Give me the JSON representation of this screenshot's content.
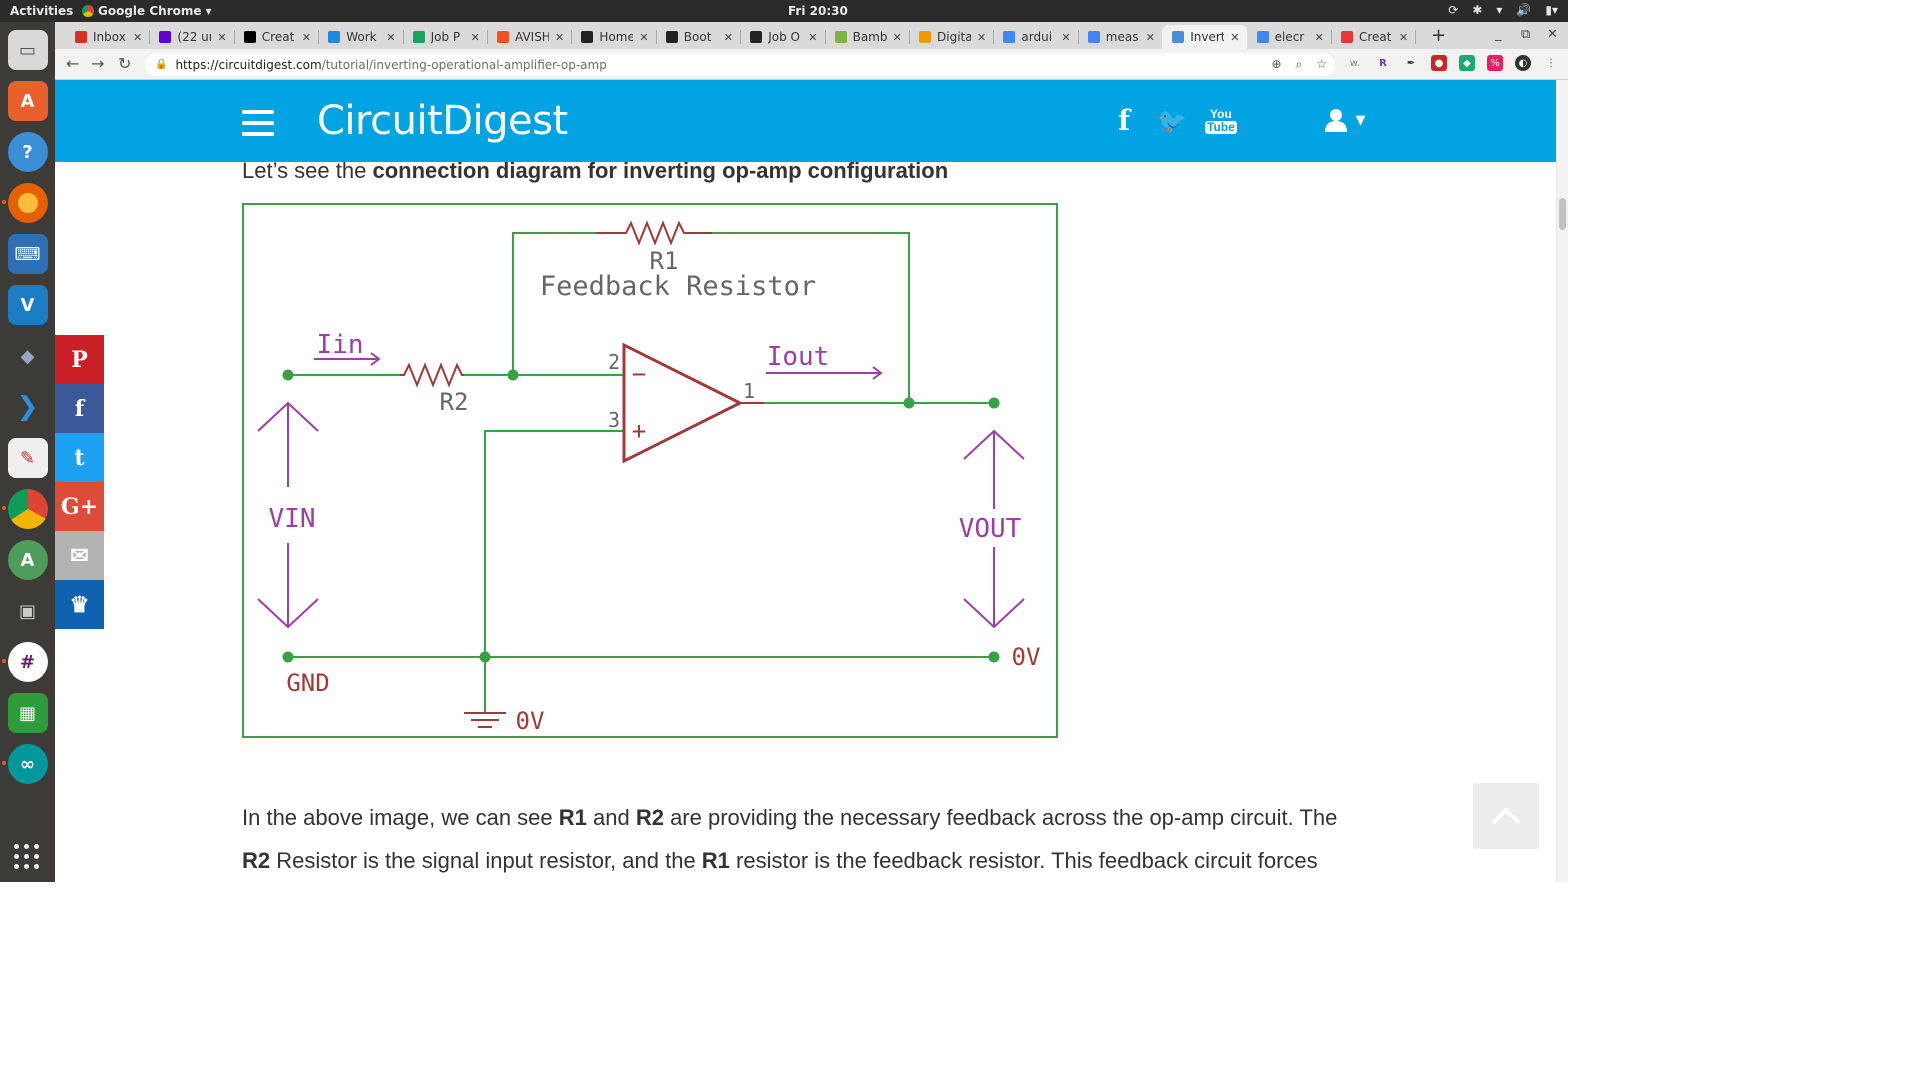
{
  "topbar": {
    "activities": "Activities",
    "app_name": "Google Chrome",
    "clock": "Fri 20:30"
  },
  "tabs": [
    {
      "title": "Inbox",
      "favicon_color": "#d93025",
      "favicon_glyph": "gmail-icon"
    },
    {
      "title": "(22 un",
      "favicon_color": "#6001d2",
      "favicon_glyph": "yahoo-mail-icon"
    },
    {
      "title": "Creat",
      "favicon_color": "#000000",
      "favicon_glyph": "medium-icon"
    },
    {
      "title": "Work",
      "favicon_color": "#1e88e5",
      "favicon_glyph": "wordpress-icon"
    },
    {
      "title": "Job P",
      "favicon_color": "#1aa260",
      "favicon_glyph": "hex-icon"
    },
    {
      "title": "AVISH",
      "favicon_color": "#f4511e",
      "favicon_glyph": "avish-icon"
    },
    {
      "title": "Home",
      "favicon_color": "#222222",
      "favicon_glyph": "github-icon"
    },
    {
      "title": "Boot",
      "favicon_color": "#222222",
      "favicon_glyph": "github-icon"
    },
    {
      "title": "Job O",
      "favicon_color": "#222222",
      "favicon_glyph": "github-icon"
    },
    {
      "title": "Bamb",
      "favicon_color": "#7cb342",
      "favicon_glyph": "bamboo-icon"
    },
    {
      "title": "Digita",
      "favicon_color": "#f29900",
      "favicon_glyph": "triangle-icon"
    },
    {
      "title": "ardui",
      "favicon_color": "#4285f4",
      "favicon_glyph": "google-icon"
    },
    {
      "title": "meas",
      "favicon_color": "#4285f4",
      "favicon_glyph": "google-icon"
    },
    {
      "title": "Invert",
      "favicon_color": "#4a90d9",
      "favicon_glyph": "globe-icon",
      "active": true
    },
    {
      "title": "elecr",
      "favicon_color": "#4285f4",
      "favicon_glyph": "google-icon"
    },
    {
      "title": "Creat",
      "favicon_color": "#e53935",
      "favicon_glyph": "square-icon"
    }
  ],
  "toolbar": {
    "url_host": "https://circuitdigest.com",
    "url_path": "/tutorial/inverting-operational-amplifier-op-amp"
  },
  "site": {
    "logo_thin": "Circuit",
    "logo_bold": "",
    "logo_rest": "Digest",
    "youtube_top": "You",
    "youtube_bottom": "Tube"
  },
  "article": {
    "intro_prefix": "Let’s see the ",
    "intro_bold": "connection diagram for inverting op-amp configuration",
    "para1": [
      {
        "t": "In the above image, we can see ",
        "b": false
      },
      {
        "t": "R1",
        "b": true
      },
      {
        "t": " and ",
        "b": false
      },
      {
        "t": "R2",
        "b": true
      },
      {
        "t": " are providing the necessary feedback across the op-amp circuit. The",
        "b": false
      }
    ],
    "para2": [
      {
        "t": "R2",
        "b": true
      },
      {
        "t": " Resistor is the signal input resistor, and the ",
        "b": false
      },
      {
        "t": "R1",
        "b": true
      },
      {
        "t": " resistor is the feedback resistor. This feedback circuit forces",
        "b": false
      }
    ]
  },
  "diagram": {
    "r1_label": "R1",
    "feedback_label": "Feedback Resistor",
    "r2_label": "R2",
    "iin_label": "Iin",
    "iout_label": "Iout",
    "pin2": "2",
    "pin3": "3",
    "pin1": "1",
    "minus": "−",
    "plus": "+",
    "vin_label": "VIN",
    "vout_label": "VOUT",
    "gnd_label": "GND",
    "zero_v_right": "0V",
    "zero_v_bottom": "0V",
    "colors": {
      "wire": "#3aa044",
      "component": "#a03a3a",
      "label": "#a03a3a",
      "current": "#9c3fa2",
      "text_gray": "#666666"
    }
  },
  "share": [
    {
      "name": "pinterest",
      "color": "#cb2027",
      "glyph": "P"
    },
    {
      "name": "facebook",
      "color": "#3b5998",
      "glyph": "f"
    },
    {
      "name": "twitter",
      "color": "#1da1f2",
      "glyph": "t"
    },
    {
      "name": "googleplus",
      "color": "#dd4b39",
      "glyph": "G+"
    },
    {
      "name": "email",
      "color": "#b3b3b3",
      "glyph": "✉"
    },
    {
      "name": "sumome",
      "color": "#0f62ad",
      "glyph": "♛"
    }
  ]
}
